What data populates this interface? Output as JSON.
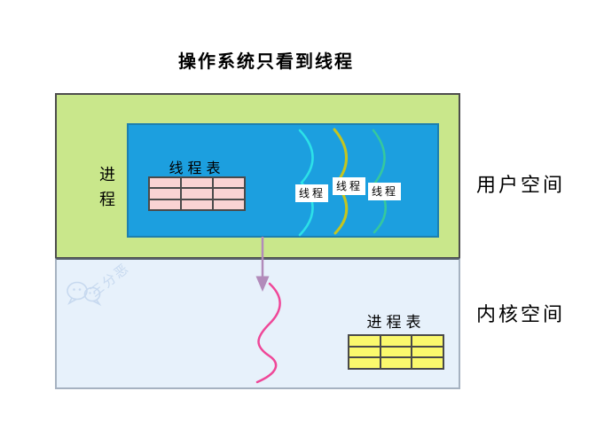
{
  "title": "操作系统只看到线程",
  "user_space": {
    "region_label": "用户空间",
    "bg_color": "#c9e78b",
    "process_label": "进程",
    "process_inner_bg": "#1c9fdf",
    "thread_table": {
      "label": "线程表",
      "rows": 3,
      "cols": 3,
      "cell_color": "#f9d3d3",
      "border_color": "#4a4a4a"
    },
    "threads": [
      {
        "label": "线程",
        "color": "#2ce1e8"
      },
      {
        "label": "线程",
        "color": "#c5c51f"
      },
      {
        "label": "线程",
        "color": "#36c89d"
      }
    ]
  },
  "kernel_space": {
    "region_label": "内核空间",
    "bg_color": "#e7f1fb",
    "process_table": {
      "label": "进程表",
      "rows": 3,
      "cols": 3,
      "cell_color": "#fbf96d",
      "border_color": "#4a4a4a"
    },
    "mapping_arrow_color": "#b28bba",
    "kernel_thread_color": "#ef4798"
  },
  "watermark": {
    "text": "三分恶",
    "color": "#c7d9ef",
    "icon": "chat-bubbles-icon"
  }
}
